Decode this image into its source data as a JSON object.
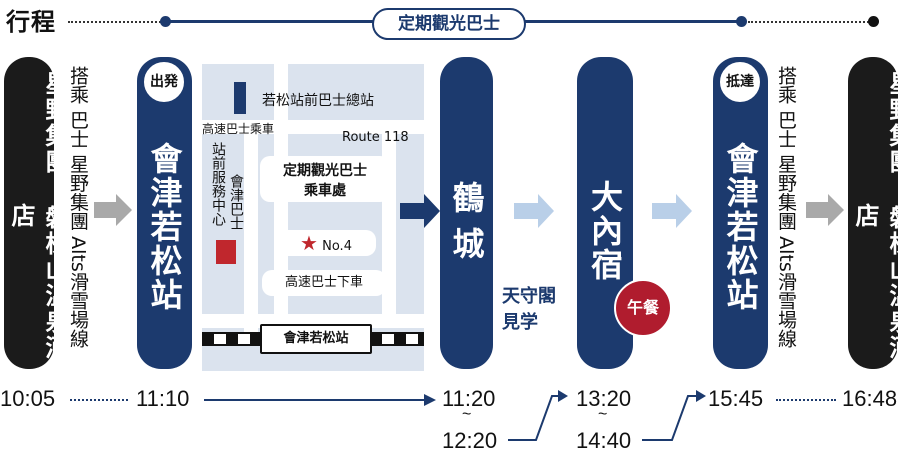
{
  "header": {
    "title": "行程",
    "bus_label": "定期觀光巴士"
  },
  "stops": {
    "hotel_start": "星野集團 磐梯山溫泉酒店",
    "aizu_depart": "會津若松站",
    "tsuruga": "鶴城",
    "ouchijuku": "大內宿",
    "aizu_arrive": "會津若松站",
    "hotel_end": "星野集團 磐梯山溫泉酒店"
  },
  "badges": {
    "depart": "出発",
    "arrive": "抵達",
    "lunch": "午餐"
  },
  "descriptions": {
    "board": "搭乘 巴士 星野集團 Alts滑雪場線",
    "sightseeing": "天守閣見学"
  },
  "map": {
    "bus_terminal": "若松站前巴士總站",
    "express_board": "高速巴士乘車",
    "route": "Route 118",
    "service_center": "站前服務中心",
    "aizu_bus": "會津巴士",
    "tour_stop_line1": "定期觀光巴士",
    "tour_stop_line2": "乘車處",
    "stop_number": "No.4",
    "express_alight": "高速巴士下車",
    "station": "會津若松站"
  },
  "times": {
    "t1": "10:05",
    "t2": "11:10",
    "t3a": "11:20",
    "t3sep": "~",
    "t3b": "12:20",
    "t4a": "13:20",
    "t4sep": "~",
    "t4b": "14:40",
    "t5": "15:45",
    "t6": "16:48"
  },
  "colors": {
    "navy": "#1c3a6e",
    "black": "#1b1b1b",
    "red": "#b01c2e",
    "gray_arrow": "#a9a9a9",
    "light_arrow": "#b9cfe8"
  }
}
